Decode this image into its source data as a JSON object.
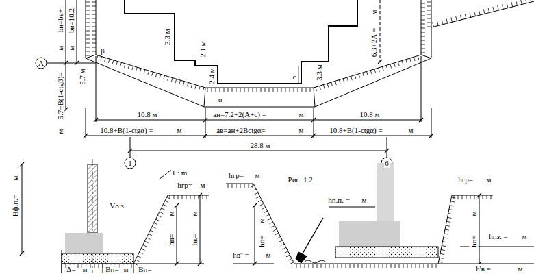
{
  "diagram": {
    "labels": [
      "bн=bв+",
      "м",
      "bв=10.2",
      "м",
      "5.7 м",
      "5.7+В(1-ctgβ)=",
      "м",
      "β",
      "А",
      "3.3 м",
      "2.1 м",
      "2.4 м",
      "α",
      "с",
      "3.3 м",
      "6.3+2А =",
      "м",
      "10.8 м",
      "aн=7.2+2(А+с) =",
      "м",
      "10.8 м",
      "10.8+В(1-ctgα) =",
      "м",
      "aв=aн+2Вctgα=",
      "м",
      "10.8+В(1-ctgα) =",
      "м",
      "28.8 м",
      "1",
      "6",
      "Hф.п.=",
      "м",
      "Vо.з.",
      "1 : m",
      "hгр=",
      "м",
      "м",
      "hп=",
      "м",
      "hк=",
      "Δ=",
      "м",
      "Вп=",
      "м",
      "Вп=",
      "hгр=",
      "м",
      "Рис. 1.2.",
      "hп.п. =",
      "м",
      "hв'' =",
      "м",
      "м",
      "hп=",
      "hгр=",
      "м",
      "м",
      "hп=",
      "hг.з. =",
      "м",
      "h'в =",
      "м"
    ]
  }
}
